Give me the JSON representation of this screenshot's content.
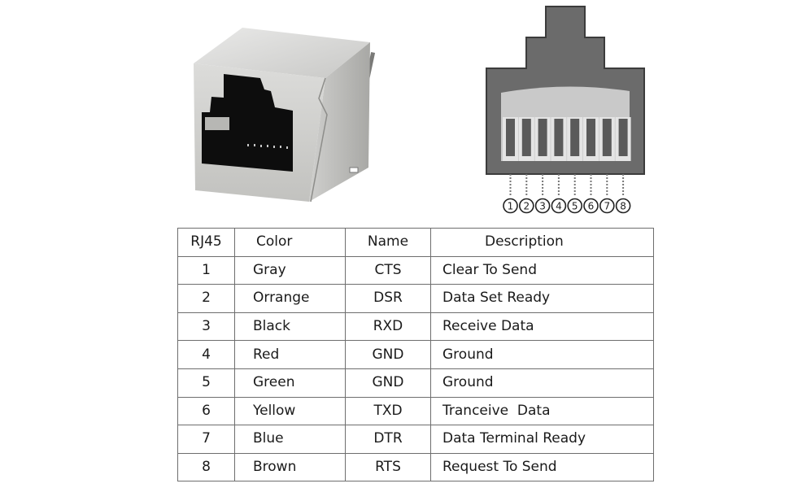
{
  "table": {
    "headers": {
      "pin": "RJ45",
      "color": "Color",
      "name": "Name",
      "description": "Description"
    },
    "rows": [
      {
        "pin": "1",
        "color": "Gray",
        "name": "CTS",
        "description": "Clear To Send"
      },
      {
        "pin": "2",
        "color": "Orrange",
        "name": "DSR",
        "description": "Data Set Ready"
      },
      {
        "pin": "3",
        "color": "Black",
        "name": "RXD",
        "description": "Receive Data"
      },
      {
        "pin": "4",
        "color": "Red",
        "name": "GND",
        "description": "Ground"
      },
      {
        "pin": "5",
        "color": "Green",
        "name": "GND",
        "description": "Ground"
      },
      {
        "pin": "6",
        "color": "Yellow",
        "name": "TXD",
        "description": "Tranceive  Data"
      },
      {
        "pin": "7",
        "color": "Blue",
        "name": "DTR",
        "description": "Data Terminal Ready"
      },
      {
        "pin": "8",
        "color": "Brown",
        "name": "RTS",
        "description": "Request To Send"
      }
    ]
  },
  "plug_diagram": {
    "pin_labels": [
      "1",
      "2",
      "3",
      "4",
      "5",
      "6",
      "7",
      "8"
    ],
    "colors": {
      "body": "#6b6b6b",
      "outline": "#3c3c3c",
      "window": "#c9c9c9",
      "contacts": "#5a5a5a",
      "separators": "#e4e4e4"
    }
  },
  "jack_photo": {
    "colors": {
      "shell": "#d6d6d4",
      "shell_shadow": "#a9a9a6",
      "opening": "#0d0d0d"
    }
  }
}
